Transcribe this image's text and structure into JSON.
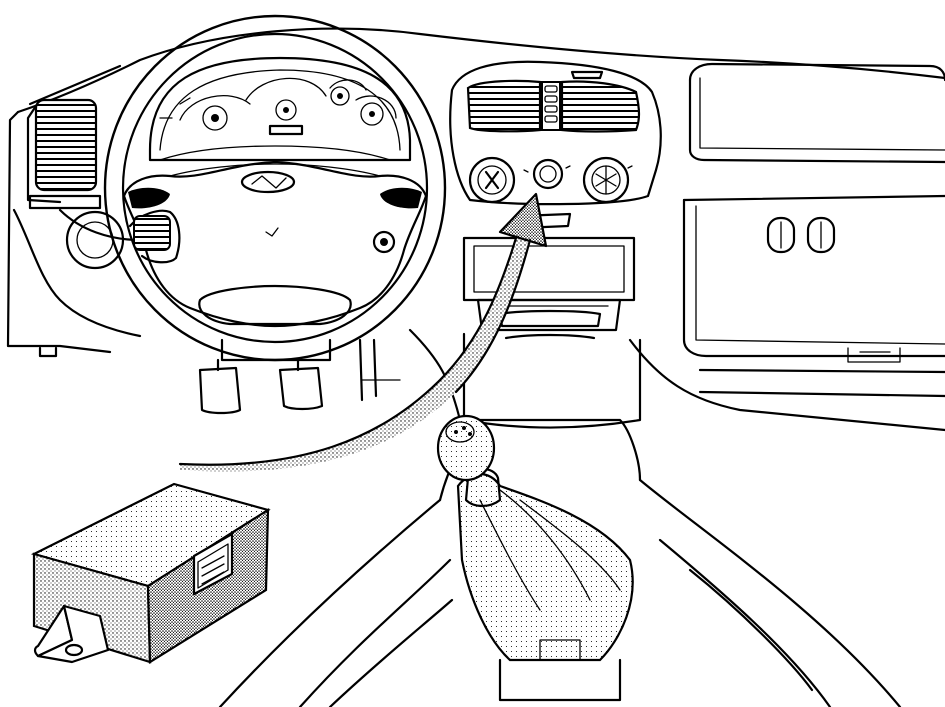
{
  "illustration": {
    "parts": [
      {
        "id": "dashboard",
        "icon": "dashboard-outline"
      },
      {
        "id": "steering-wheel",
        "icon": "steering-wheel-icon"
      },
      {
        "id": "instrument-cluster",
        "icon": "gauge-cluster-icon"
      },
      {
        "id": "center-console",
        "icon": "console-icon"
      },
      {
        "id": "climate-controls",
        "icon": "knob-icon"
      },
      {
        "id": "glovebox",
        "icon": "glovebox-icon"
      },
      {
        "id": "gear-shifter",
        "icon": "gear-shifter-icon"
      },
      {
        "id": "pedals",
        "icon": "pedal-icon"
      },
      {
        "id": "control-unit",
        "icon": "ecu-box-icon"
      },
      {
        "id": "pointer-arrow",
        "icon": "curved-arrow-icon"
      }
    ],
    "colors": {
      "line": "#000000",
      "background": "#ffffff",
      "stipple": "#000000"
    }
  }
}
